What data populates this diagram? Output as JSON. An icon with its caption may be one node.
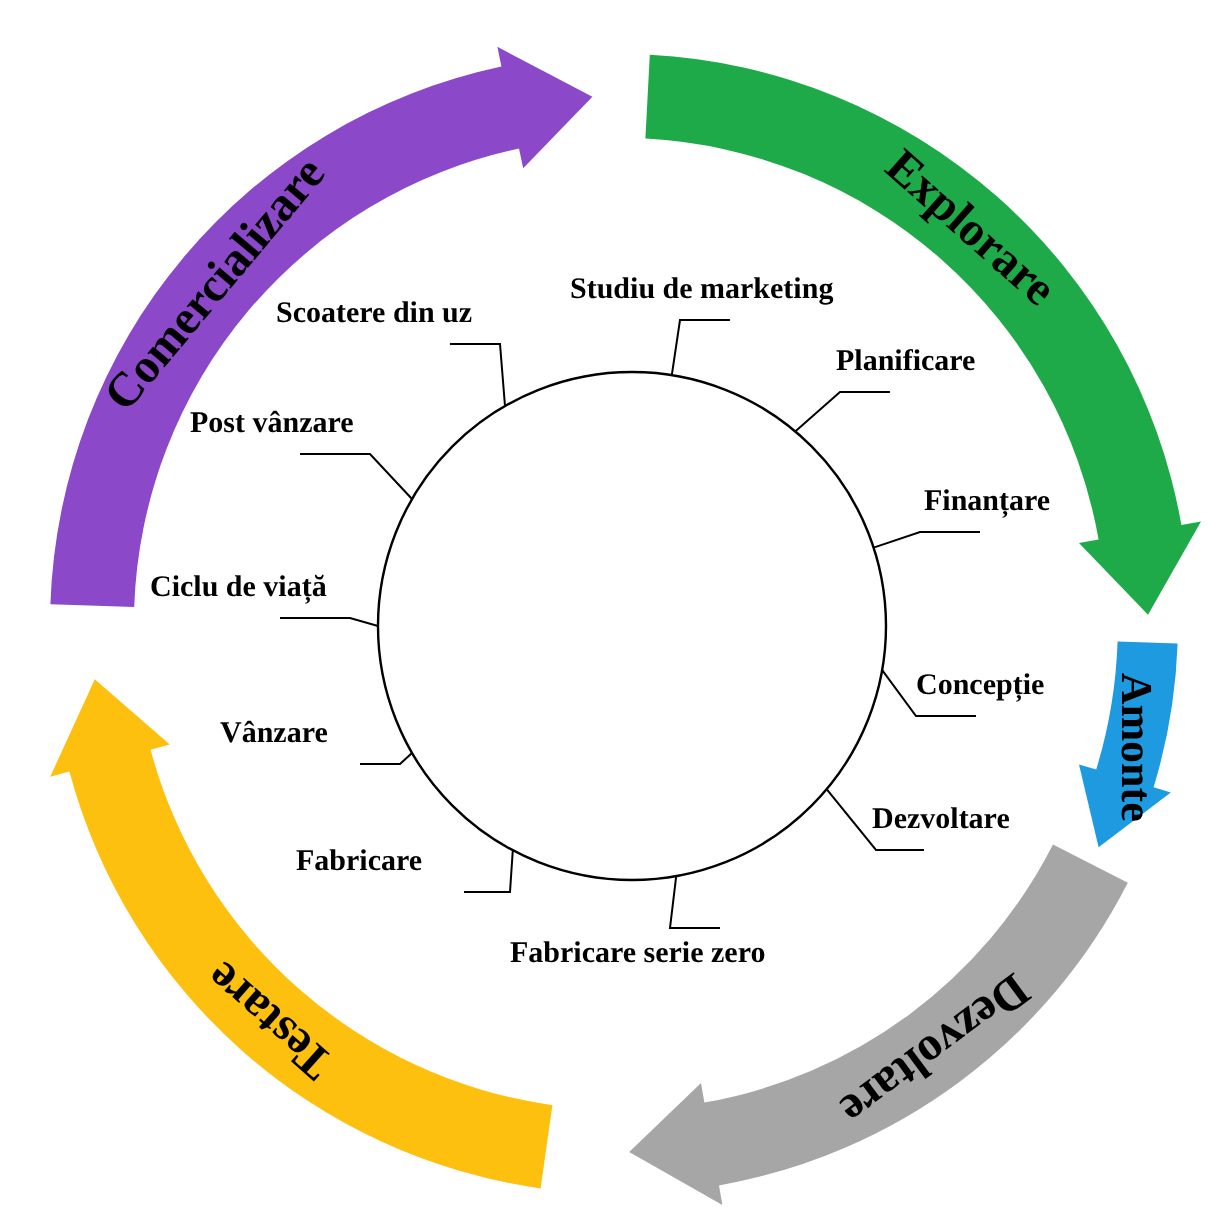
{
  "diagram": {
    "nodes": [
      {
        "text": [
          "Comercializare"
        ]
      },
      {
        "text": [
          "Explorare"
        ]
      },
      {
        "text": [
          "Dezvoltare"
        ]
      },
      {
        "text": [
          "Testare"
        ]
      },
      {
        "text": [],
        "shape": "circle"
      },
      {
        "text": [
          "Studiu de marketing"
        ]
      },
      {
        "text": [
          "Planificare"
        ]
      },
      {
        "text": [
          "Finanțare"
        ]
      },
      {
        "text": [
          "Concepție"
        ]
      },
      {
        "text": [
          "Dezvoltare"
        ]
      },
      {
        "text": [
          "Fabricare serie zero"
        ]
      },
      {
        "text": [
          "Fabricare"
        ]
      },
      {
        "text": [
          "Vânzare"
        ]
      },
      {
        "text": [
          "Ciclu de viață"
        ]
      },
      {
        "text": [
          "Post vânzare"
        ]
      },
      {
        "text": [
          "Scoatere din uz"
        ]
      }
    ],
    "edges": [
      {
        "from": 1,
        "to": 2,
        "arrow": "to",
        "label": "Amonte",
        "color": "#1e9be0",
        "style": "thick"
      },
      {
        "from": 5,
        "to": 4,
        "arrow": "none"
      },
      {
        "from": 6,
        "to": 4,
        "arrow": "none"
      },
      {
        "from": 7,
        "to": 4,
        "arrow": "none"
      },
      {
        "from": 8,
        "to": 4,
        "arrow": "none"
      },
      {
        "from": 9,
        "to": 4,
        "arrow": "none"
      },
      {
        "from": 10,
        "to": 4,
        "arrow": "none"
      },
      {
        "from": 11,
        "to": 4,
        "arrow": "none"
      },
      {
        "from": 12,
        "to": 4,
        "arrow": "none"
      },
      {
        "from": 13,
        "to": 4,
        "arrow": "none"
      },
      {
        "from": 14,
        "to": 4,
        "arrow": "none"
      },
      {
        "from": 15,
        "to": 4,
        "arrow": "none"
      }
    ]
  }
}
